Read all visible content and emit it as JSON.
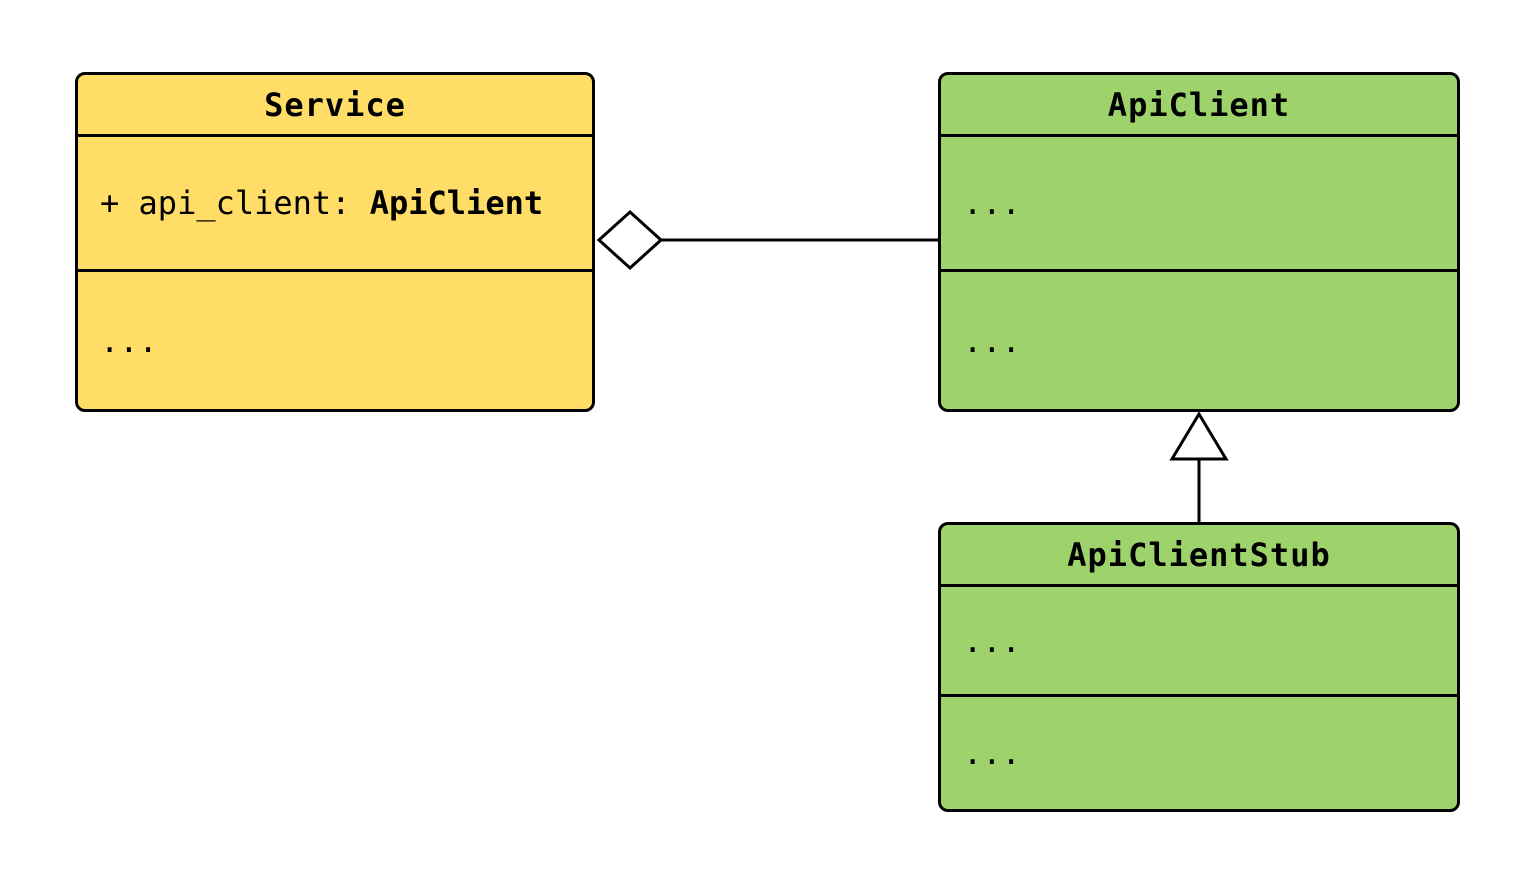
{
  "diagram": {
    "type": "uml-class-diagram",
    "classes": {
      "service": {
        "title": "Service",
        "attribute_prefix": "+ api_client: ",
        "attribute_type": "ApiClient",
        "methods_placeholder": "..."
      },
      "api_client": {
        "title": "ApiClient",
        "attributes_placeholder": "...",
        "methods_placeholder": "..."
      },
      "api_client_stub": {
        "title": "ApiClientStub",
        "attributes_placeholder": "...",
        "methods_placeholder": "..."
      }
    },
    "relationships": [
      {
        "type": "aggregation",
        "source": "ApiClient",
        "target": "Service",
        "marker": "open-diamond"
      },
      {
        "type": "inheritance",
        "source": "ApiClientStub",
        "target": "ApiClient",
        "marker": "hollow-triangle"
      }
    ],
    "colors": {
      "service_fill": "#FFDD67",
      "api_client_fill": "#9DD36A",
      "stroke": "#000000",
      "background": "#FFFFFF"
    }
  }
}
